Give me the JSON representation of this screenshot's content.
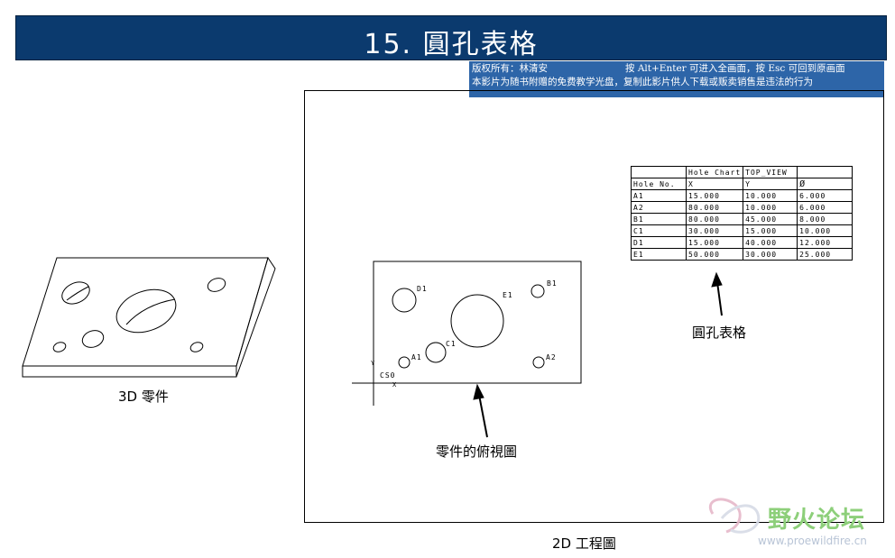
{
  "header": {
    "title": "15. 圓孔表格"
  },
  "notice": {
    "line1_left": "版权所有：林清安",
    "line1_right": "按 Alt+Enter 可进入全画面，按 Esc 可回到原画面",
    "line2": "本影片为随书附赠的免费教学光盘，复制此影片供人下载或贩卖销售是违法的行为"
  },
  "labels": {
    "part_3d": "3D 零件",
    "drawing_2d": "2D 工程圖",
    "top_view": "零件的俯視圖",
    "hole_chart": "圓孔表格"
  },
  "view_labels": {
    "d1": "D1",
    "e1": "E1",
    "b1": "B1",
    "c1": "C1",
    "a1": "A1",
    "a2": "A2",
    "cs0": "CS0",
    "y_axis": "Y",
    "x_axis": "X"
  },
  "table": {
    "header_row": [
      "",
      "Hole Chart",
      "TOP_VIEW",
      ""
    ],
    "columns": [
      "Hole No.",
      "X",
      "Y",
      "Ø"
    ],
    "rows": [
      [
        "A1",
        "15.000",
        "10.000",
        "6.000"
      ],
      [
        "A2",
        "80.000",
        "10.000",
        "6.000"
      ],
      [
        "B1",
        "80.000",
        "45.000",
        "8.000"
      ],
      [
        "C1",
        "30.000",
        "15.000",
        "10.000"
      ],
      [
        "D1",
        "15.000",
        "40.000",
        "12.000"
      ],
      [
        "E1",
        "50.000",
        "30.000",
        "25.000"
      ]
    ]
  },
  "watermark": {
    "site_cn": "野火论坛",
    "url": "www.proewildfire.cn"
  },
  "colors": {
    "title_bar": "#0b3a6e",
    "notice_bg": "#2d65a8",
    "watermark_green": "#8dcf7a"
  }
}
